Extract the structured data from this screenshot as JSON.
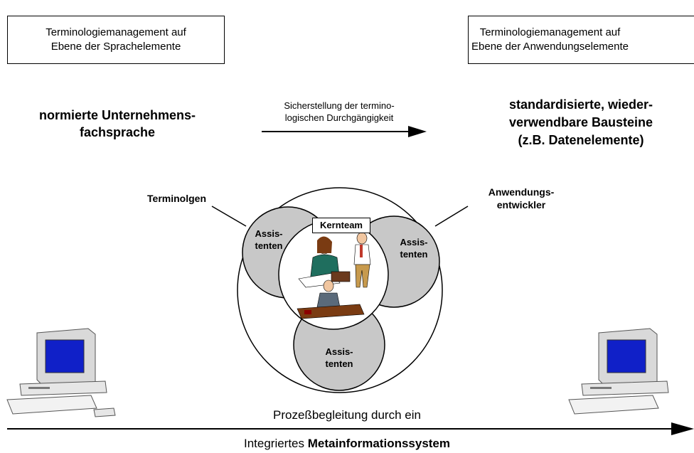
{
  "top_left_box": {
    "line1": "Terminologiemanagement auf",
    "line2": "Ebene der Sprachelemente"
  },
  "top_right_box": {
    "line1": "Terminologiemanagement auf",
    "line2": "Ebene der Anwendungselemente"
  },
  "left_heading": {
    "line1": "normierte Unternehmens-",
    "line2": "fachsprache"
  },
  "right_heading": {
    "line1": "standardisierte, wieder-",
    "line2": "verwendbare Bausteine",
    "line3": "(z.B. Datenelemente)"
  },
  "middle_arrow_label": {
    "line1": "Sicherstellung der terminо-",
    "line2": "logischen Durchgängigkeit"
  },
  "left_role": "Terminolgen",
  "right_role": {
    "line1": "Anwendungs-",
    "line2": "entwickler"
  },
  "core_label": "Kernteam",
  "assistant_left": {
    "line1": "Assis-",
    "line2": "tenten"
  },
  "assistant_right": {
    "line1": "Assis-",
    "line2": "tenten"
  },
  "assistant_bottom": {
    "line1": "Assis-",
    "line2": "tenten"
  },
  "bottom_line1": "Prozeßbegleitung durch ein",
  "bottom_line2_normal": "Integriertes ",
  "bottom_line2_bold": "Metainformationssystem"
}
